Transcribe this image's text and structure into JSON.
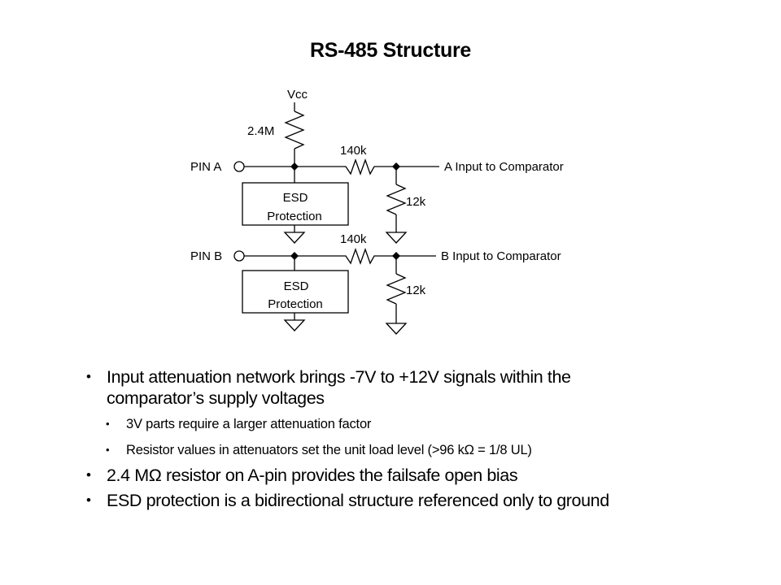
{
  "title": "RS-485 Structure",
  "schematic": {
    "vcc_label": "Vcc",
    "pullup_resistor_label": "2.4M",
    "pin_a_label": "PIN A",
    "pin_b_label": "PIN B",
    "series_resistor_a_label": "140k",
    "series_resistor_b_label": "140k",
    "shunt_resistor_a_label": "12k",
    "shunt_resistor_b_label": "12k",
    "esd_a": {
      "line1": "ESD",
      "line2": "Protection"
    },
    "esd_b": {
      "line1": "ESD",
      "line2": "Protection"
    },
    "output_a_label": "A Input to Comparator",
    "output_b_label": "B Input to Comparator"
  },
  "bullets": [
    {
      "level": 1,
      "lines": [
        "Input attenuation network brings -7V to +12V signals within the",
        "comparator’s supply voltages"
      ]
    },
    {
      "level": 2,
      "text": "3V parts require a larger attenuation factor"
    },
    {
      "level": 2,
      "text": "Resistor values in attenuators set the unit load level (>96 kΩ = 1/8 UL)"
    },
    {
      "level": 1,
      "text": "2.4 MΩ resistor on A-pin provides the failsafe open bias"
    },
    {
      "level": 1,
      "text": "ESD protection is a bidirectional structure referenced only to ground"
    }
  ],
  "bullet_glyph": "•"
}
